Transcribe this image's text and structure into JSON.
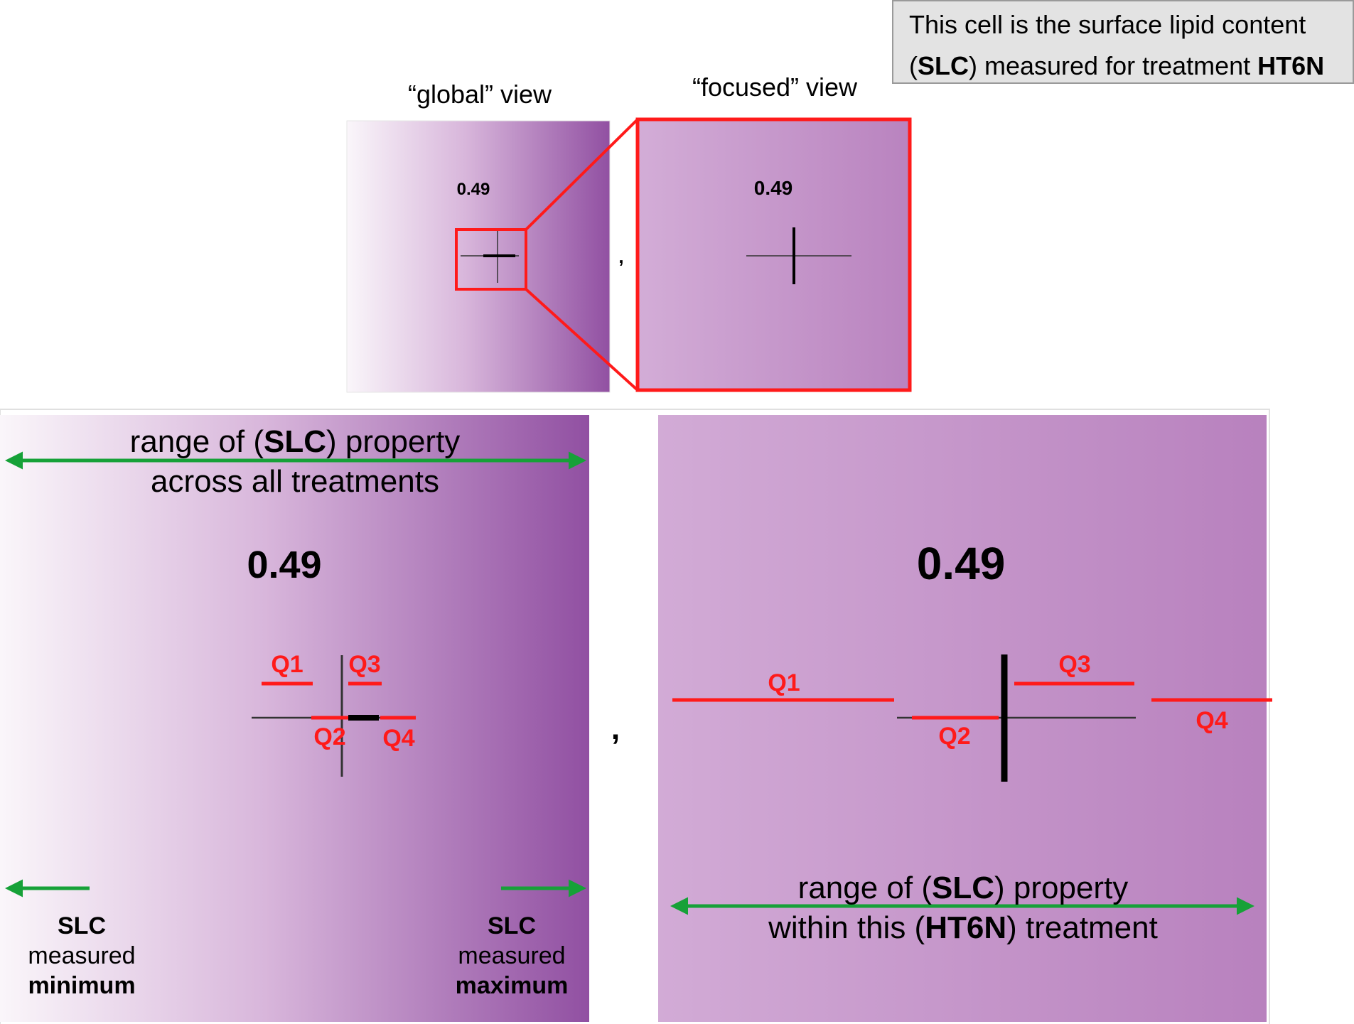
{
  "note": {
    "line1": "This cell is the surface lipid content",
    "line2_open": "(",
    "line2_bold": "SLC",
    "line2_mid": ") measured for treatment ",
    "line2_treatment": "HT6N"
  },
  "top": {
    "global_label": "“global” view",
    "focused_label": "“focused” view",
    "global_value": "0.49",
    "focused_value": "0.49",
    "separator": ","
  },
  "bottom_left": {
    "value": "0.49",
    "range_line1_pre": "range of (",
    "range_line1_bold": "SLC",
    "range_line1_post": ") property",
    "range_line2": "across all treatments",
    "quartiles": [
      "Q1",
      "Q2",
      "Q3",
      "Q4"
    ],
    "min_label": {
      "top": "SLC",
      "mid": "measured",
      "bottom": "minimum"
    },
    "max_label": {
      "top": "SLC",
      "mid": "measured",
      "bottom": "maximum"
    }
  },
  "bottom_right": {
    "value": "0.49",
    "quartiles": [
      "Q1",
      "Q2",
      "Q3",
      "Q4"
    ],
    "range_line1_pre": "range of (",
    "range_line1_bold": "SLC",
    "range_line1_post": ") property",
    "range_line2_pre": "within this (",
    "range_line2_bold": "HT6N",
    "range_line2_post": ") treatment"
  },
  "separator": ",",
  "colors": {
    "purple_light": "#f7f2f7",
    "purple_mid": "#cfa8d4",
    "purple_dark": "#9150a2",
    "highlight_red": "#ff1a1a",
    "arrow_green": "#16a138"
  }
}
